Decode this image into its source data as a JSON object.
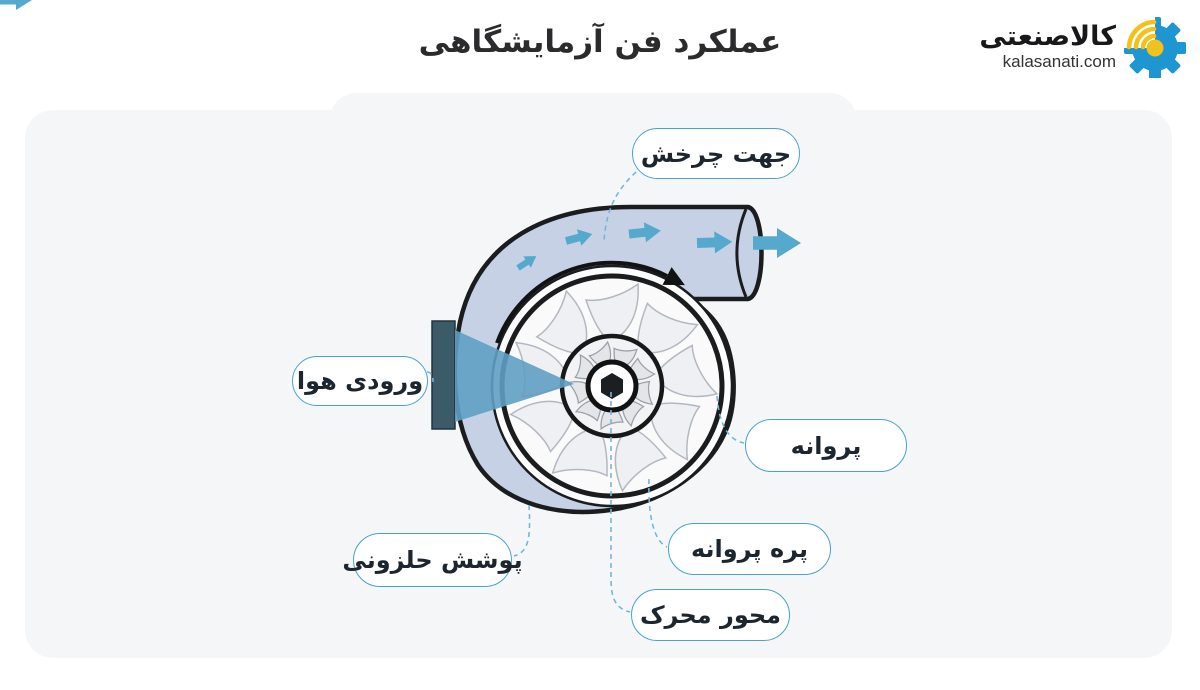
{
  "title": "عملکرد فن آزمایشگاهی",
  "logo": {
    "brand": "کالاصنعتی",
    "domain": "kalasanati.com"
  },
  "labels": {
    "rotation_direction": "جهت چرخش",
    "air_inlet": "ورودی هوا",
    "impeller": "پروانه",
    "impeller_blade": "پره پروانه",
    "drive_shaft": "محور محرک",
    "volute_casing": "پوشش حلزونی"
  },
  "colors": {
    "card-bg": "#f5f6f8",
    "volute-fill": "#c6d1e6",
    "outline": "#1b1c1e",
    "flow-arrow": "#54a9cd",
    "inlet-dark": "#3c5b68",
    "inlet-cone": "#5f9ec2",
    "blade-fill": "#eef0f3",
    "blade-edge": "#b3b8c0",
    "label-border": "#49a2cb",
    "leader": "#74b6d8",
    "gear-blue": "#1e96d2",
    "gear-yellow": "#f2c11c"
  }
}
